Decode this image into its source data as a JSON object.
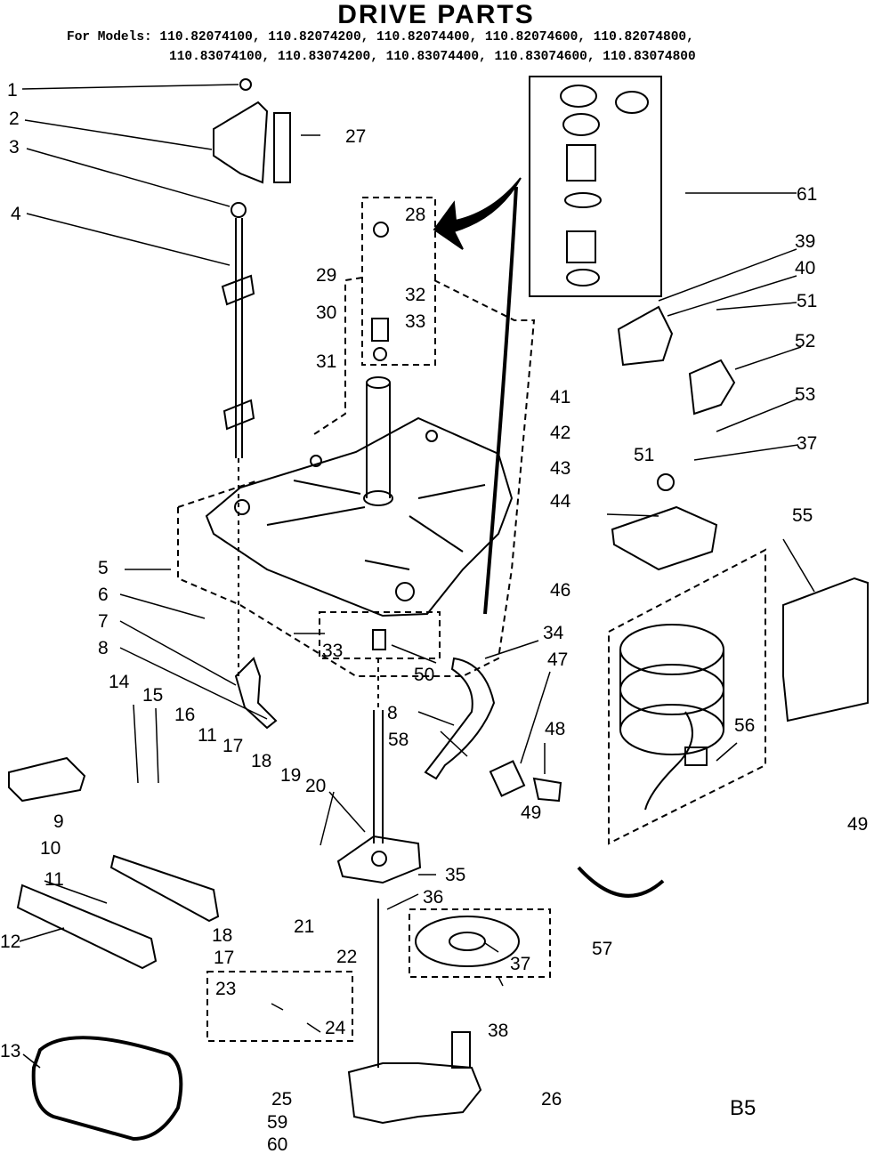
{
  "header": {
    "title": "DRIVE PARTS",
    "models_prefix": "For Models:",
    "models_line1": "110.82074100, 110.82074200, 110.82074400, 110.82074600, 110.82074800,",
    "models_line2": "110.83074100, 110.83074200, 110.83074400, 110.83074600, 110.83074800"
  },
  "diagram": {
    "page_code": "B5",
    "labels": [
      "1",
      "2",
      "3",
      "4",
      "5",
      "6",
      "7",
      "8",
      "8",
      "9",
      "10",
      "11",
      "11",
      "12",
      "13",
      "14",
      "15",
      "16",
      "17",
      "17",
      "18",
      "18",
      "19",
      "20",
      "21",
      "22",
      "23",
      "24",
      "25",
      "26",
      "27",
      "28",
      "29",
      "30",
      "31",
      "32",
      "33",
      "33",
      "34",
      "35",
      "36",
      "37",
      "37",
      "38",
      "39",
      "40",
      "41",
      "42",
      "43",
      "44",
      "46",
      "47",
      "48",
      "49",
      "49",
      "50",
      "51",
      "51",
      "52",
      "53",
      "55",
      "56",
      "57",
      "58",
      "59",
      "60",
      "61"
    ]
  }
}
